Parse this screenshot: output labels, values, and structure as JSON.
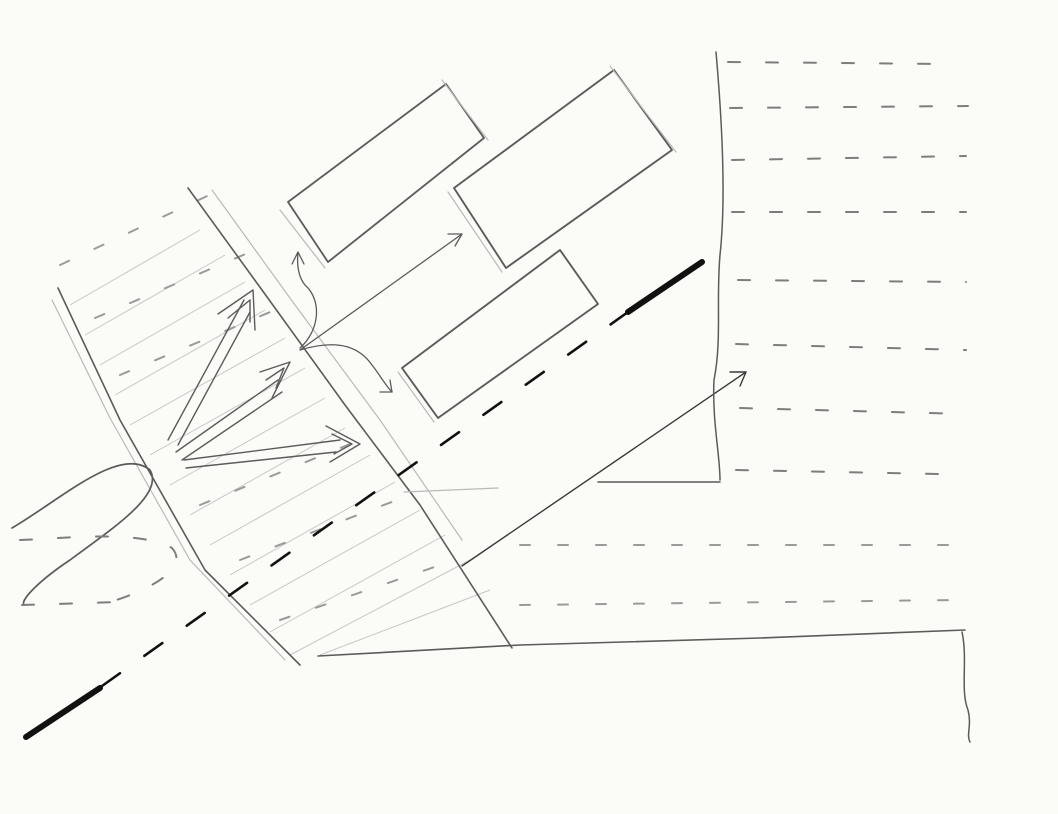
{
  "sketch": {
    "kind": "hand-drawn site plan",
    "medium": "pencil",
    "ink_color": "#5b5b5b",
    "paper_color": "#fbfbf8",
    "elements": {
      "buildings": 3,
      "flow_arrows": 3,
      "access_arrows": 3,
      "dashed_field_rows": 10
    }
  }
}
